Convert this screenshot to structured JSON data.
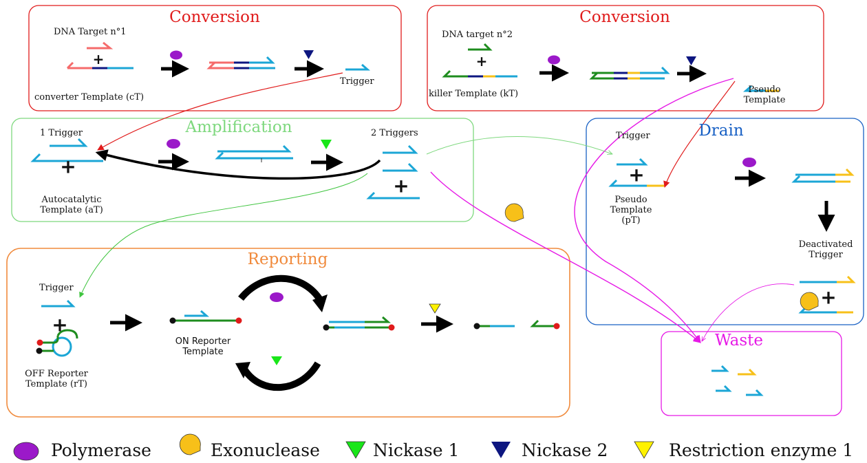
{
  "sections": {
    "conversion1": {
      "title": "Conversion",
      "target_label": "DNA Target n°1",
      "template_label": "converter Template (cT)",
      "product_label": "Trigger"
    },
    "conversion2": {
      "title": "Conversion",
      "target_label": "DNA target n°2",
      "template_label": "killer Template (kT)",
      "product_line1": "Pseudo",
      "product_line2": "Template"
    },
    "amplification": {
      "title": "Amplification",
      "input_label": "1 Trigger",
      "template_line1": "Autocatalytic",
      "template_line2": "Template (aT)",
      "output_label": "2 Triggers"
    },
    "drain": {
      "title": "Drain",
      "input_label": "Trigger",
      "template_line1": "Pseudo",
      "template_line2": "Template",
      "template_line3": "(pT)",
      "product_line1": "Deactivated",
      "product_line2": "Trigger"
    },
    "reporting": {
      "title": "Reporting",
      "input_label": "Trigger",
      "off_line1": "OFF Reporter",
      "off_line2": "Template (rT)",
      "on_line1": "ON Reporter",
      "on_line2": "Template"
    },
    "waste": {
      "title": "Waste"
    }
  },
  "legend": [
    {
      "icon": "polymerase-icon",
      "label": "Polymerase",
      "color": "#9b19c9"
    },
    {
      "icon": "exonuclease-icon",
      "label": "Exonuclease",
      "color": "#f7c019"
    },
    {
      "icon": "nickase-1-icon",
      "label": "Nickase 1",
      "color": "#19e619"
    },
    {
      "icon": "nickase-2-icon",
      "label": "Nickase 2",
      "color": "#0d1680"
    },
    {
      "icon": "restriction-enzyme-1-icon",
      "label": "Restriction enzyme 1",
      "color": "#fff200"
    }
  ],
  "colors": {
    "conversion": "#e01b1b",
    "amplification": "#7ed87e",
    "drain": "#1860c4",
    "reporting": "#f08a3c",
    "waste": "#e619e6",
    "strand_blue": "#1ba6d6",
    "strand_red": "#f56b6b",
    "strand_green": "#1e8c1e",
    "strand_yellow": "#f7c019",
    "strand_navy": "#0d1680"
  }
}
